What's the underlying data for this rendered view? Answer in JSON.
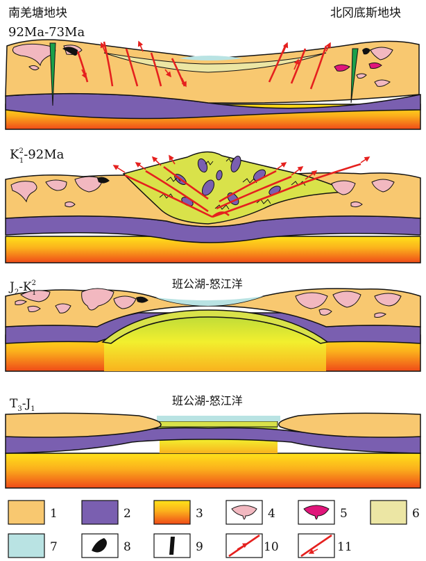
{
  "panel_1": {
    "left_label": "南羌塘地块",
    "right_label": "北冈底斯地块",
    "age_main": "92Ma-73Ma"
  },
  "panel_2": {
    "age_main": "K",
    "age_sup": "2",
    "age_sub": "1",
    "age_tail": "-92Ma"
  },
  "panel_3": {
    "age_main": "J",
    "age_sub": "2",
    "age_mid": "-K",
    "age_sup": "2",
    "age_sub2": "1",
    "ocean_label": "班公湖-怒江洋"
  },
  "panel_4": {
    "age_main": "T",
    "age_sub": "3",
    "age_mid": "-J",
    "age_sub2": "1",
    "ocean_label": "班公湖-怒江洋"
  },
  "legend": [
    {
      "number": "1",
      "icon": "orange-fill-swatch",
      "color": "#f8c870"
    },
    {
      "number": "2",
      "icon": "purple-fill-swatch",
      "color": "#7a5fb0"
    },
    {
      "number": "3",
      "icon": "yellow-red-gradient-swatch",
      "color": "#f6a020"
    },
    {
      "number": "4",
      "icon": "pink-granite-icon",
      "color": "#f2b8c0"
    },
    {
      "number": "5",
      "icon": "magenta-granite-icon",
      "color": "#e0157a"
    },
    {
      "number": "6",
      "icon": "pale-yellow-swatch",
      "color": "#ece6a4"
    },
    {
      "number": "7",
      "icon": "light-cyan-swatch",
      "color": "#b9e3e3"
    },
    {
      "number": "8",
      "icon": "black-lens-icon",
      "color": "#111111"
    },
    {
      "number": "9",
      "icon": "black-dike-icon",
      "color": "#111111"
    },
    {
      "number": "10",
      "icon": "red-fault-line-icon",
      "color": "#e5201e"
    },
    {
      "number": "11",
      "icon": "red-thrust-arrow-icon",
      "color": "#e5201e"
    }
  ]
}
